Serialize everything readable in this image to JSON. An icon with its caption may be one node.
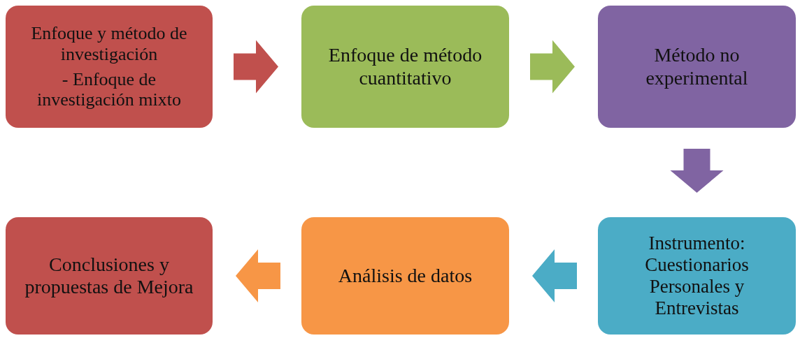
{
  "diagram": {
    "nodes": [
      {
        "text": [
          "Enfoque y método de investigación",
          "- Enfoque de investigación mixto"
        ]
      },
      {
        "text": [
          "Enfoque de método cuantitativo"
        ]
      },
      {
        "text": [
          "Método no experimental"
        ]
      },
      {
        "text": [
          "Instrumento: Cuestionarios Personales y Entrevistas"
        ]
      },
      {
        "text": [
          "Análisis de datos"
        ]
      },
      {
        "text": [
          "Conclusiones y propuestas de Mejora"
        ]
      }
    ],
    "edges": [
      {
        "from": 0,
        "to": 1,
        "arrow": "to",
        "color": "#c0504d"
      },
      {
        "from": 1,
        "to": 2,
        "arrow": "to",
        "color": "#9bbb59"
      },
      {
        "from": 2,
        "to": 3,
        "arrow": "to",
        "color": "#8064a2"
      },
      {
        "from": 3,
        "to": 4,
        "arrow": "to",
        "color": "#4bacc6"
      },
      {
        "from": 4,
        "to": 5,
        "arrow": "to",
        "color": "#f79646"
      }
    ]
  }
}
